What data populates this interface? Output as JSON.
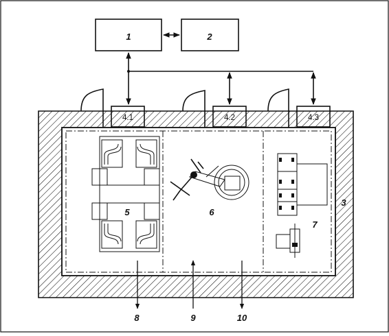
{
  "blocks": {
    "b1": "1",
    "b2": "2"
  },
  "ports": {
    "p41": "4.1",
    "p42": "4.2",
    "p43": "4.3"
  },
  "labels": {
    "wall": "3",
    "zone5": "5",
    "zone6": "6",
    "zone7": "7",
    "out8": "8",
    "out9": "9",
    "out10": "10"
  }
}
